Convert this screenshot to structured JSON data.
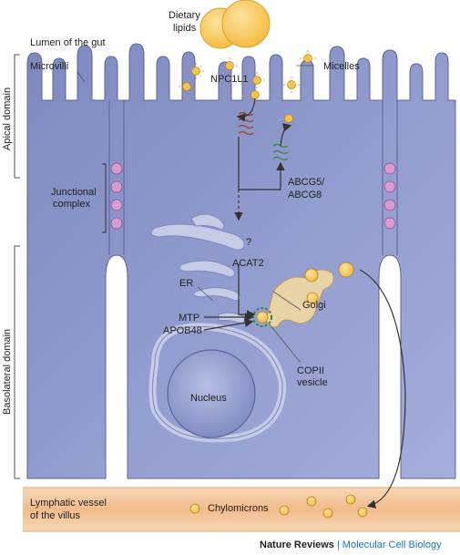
{
  "labels": {
    "dietary_lipids_line1": "Dietary",
    "dietary_lipids_line2": "lipids",
    "lumen": "Lumen of the gut",
    "microvilli": "Microvilli",
    "micelles": "Micelles",
    "npc1l1": "NPC1L1",
    "junctional_line1": "Junctional",
    "junctional_line2": "complex",
    "abcg_line1": "ABCG5/",
    "abcg_line2": "ABCG8",
    "question": "?",
    "acat2": "ACAT2",
    "er": "ER",
    "golgi": "Golgi",
    "mtp": "MTP",
    "apob48": "APOB48",
    "copii_line1": "COPII",
    "copii_line2": "vesicle",
    "nucleus": "Nucleus",
    "apical_domain": "Apical domain",
    "basolateral_domain": "Basolateral domain",
    "lymph_line1": "Lymphatic vessel",
    "lymph_line2": "of the villus",
    "chylomicrons": "Chylomicrons"
  },
  "credit": {
    "brand": "Nature Reviews",
    "separator": "|",
    "journal": "Molecular Cell Biology"
  },
  "colors": {
    "cell_fill": "#8d98c6",
    "cell_light": "#c5cbe5",
    "lipid_yellow": "#f6c24a",
    "lymph_orange": "#f3c6a0",
    "junction_pink": "#d69bd0",
    "golgi_beige": "#e8d3a6"
  }
}
